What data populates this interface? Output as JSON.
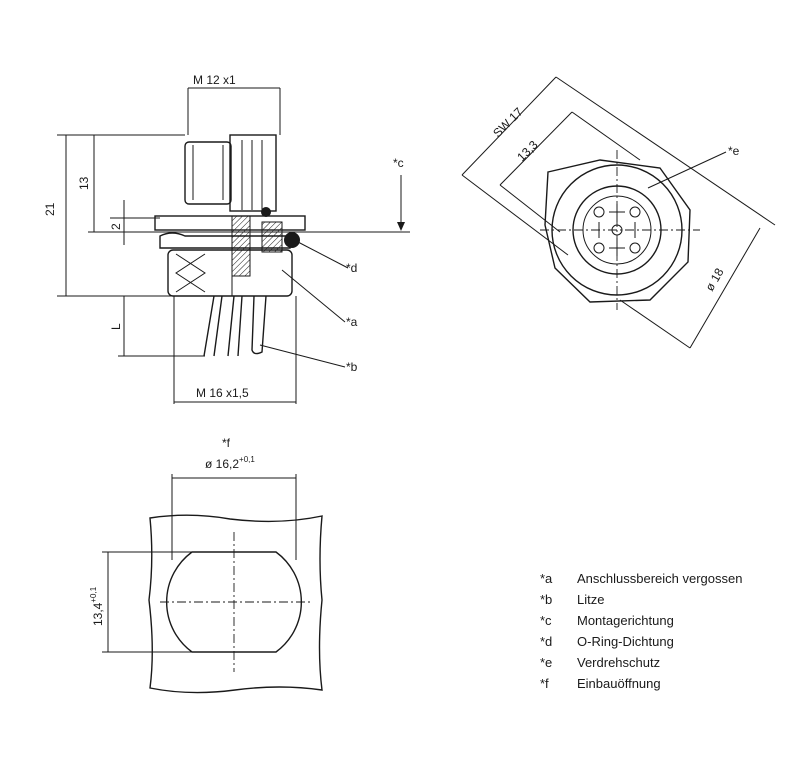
{
  "dimensions": {
    "thread_top": "M 12 x1",
    "len_21": "21",
    "len_13": "13",
    "len_2": "2",
    "len_L": "L",
    "thread_bottom": "M 16 x1,5",
    "mount_marker": "*c",
    "sw": "SW 17",
    "len_133": "13,3",
    "dia_18": "ø 18",
    "f_marker": "*f",
    "cutout_dia": "ø 16,2",
    "cutout_dia_tol": "+0,1",
    "cutout_h": "13,4",
    "cutout_h_tol": "+0,1"
  },
  "callouts": {
    "d": "*d",
    "a": "*a",
    "b": "*b",
    "e": "*e"
  },
  "legend": [
    {
      "key": "*a",
      "text": "Anschlussbereich vergossen"
    },
    {
      "key": "*b",
      "text": "Litze"
    },
    {
      "key": "*c",
      "text": "Montagerichtung"
    },
    {
      "key": "*d",
      "text": "O-Ring-Dichtung"
    },
    {
      "key": "*e",
      "text": "Verdrehschutz"
    },
    {
      "key": "*f",
      "text": "Einbauöffnung"
    }
  ]
}
